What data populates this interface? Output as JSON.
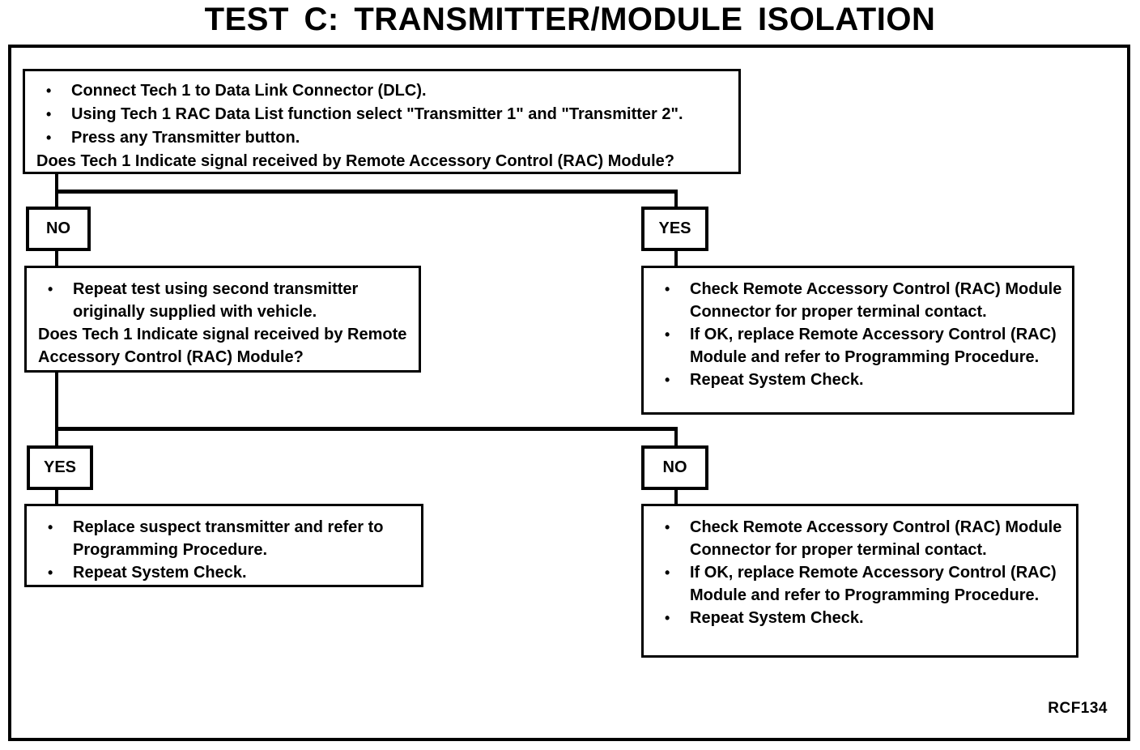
{
  "title": "TEST C: TRANSMITTER/MODULE ISOLATION",
  "figure_code": "RCF134",
  "start_box": {
    "bullets": [
      "Connect Tech 1 to Data Link Connector (DLC).",
      "Using Tech 1 RAC Data List function select \"Transmitter 1\" and \"Transmitter 2\".",
      "Press any Transmitter button."
    ],
    "question": "Does Tech 1 Indicate signal received by Remote Accessory Control (RAC) Module?"
  },
  "decision1": {
    "no_label": "NO",
    "yes_label": "YES"
  },
  "no_branch_box": {
    "bullets": [
      "Repeat test using second transmitter originally supplied with vehicle."
    ],
    "question": "Does Tech 1 Indicate signal received by Remote Accessory Control (RAC) Module?"
  },
  "yes_branch_box": {
    "bullets": [
      "Check Remote Accessory Control (RAC) Module Connector for proper terminal contact.",
      "If OK, replace Remote Accessory Control (RAC) Module and refer to Programming Procedure.",
      "Repeat System Check."
    ]
  },
  "decision2": {
    "yes_label": "YES",
    "no_label": "NO"
  },
  "yes2_branch_box": {
    "bullets": [
      "Replace suspect transmitter and refer to Programming Procedure.",
      "Repeat System Check."
    ]
  },
  "no2_branch_box": {
    "bullets": [
      "Check Remote Accessory Control (RAC) Module Connector for proper terminal contact.",
      "If OK, replace Remote Accessory Control (RAC) Module and refer to Programming Procedure.",
      "Repeat System Check."
    ]
  }
}
